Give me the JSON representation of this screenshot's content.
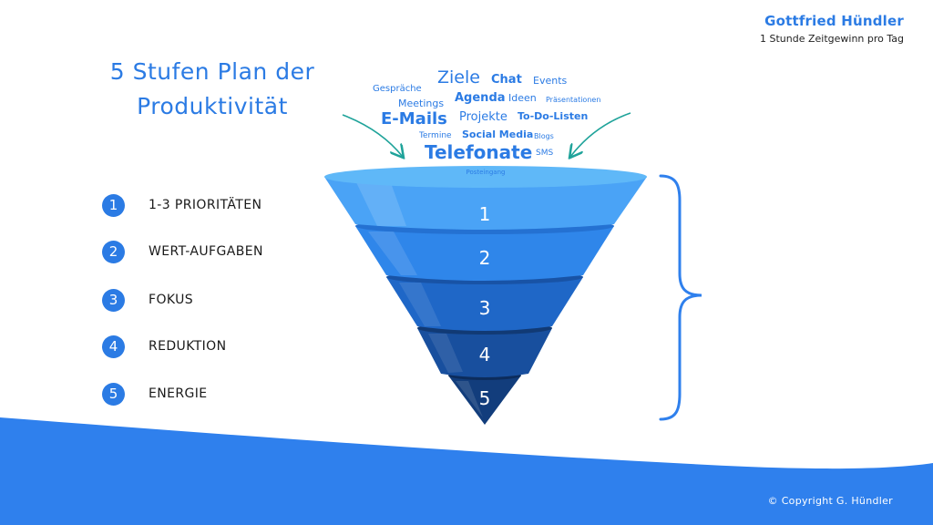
{
  "brand": {
    "name": "Gottfried Hündler",
    "tagline": "1 Stunde Zeitgewinn pro Tag"
  },
  "title": {
    "line1": "5 Stufen Plan der",
    "line2": "Produktivität"
  },
  "word_cloud": {
    "ziele": "Ziele",
    "chat": "Chat",
    "events": "Events",
    "gespraeche": "Gespräche",
    "meetings": "Meetings",
    "agenda": "Agenda",
    "ideen": "Ideen",
    "praesentationen": "Präsentationen",
    "emails": "E-Mails",
    "projekte": "Projekte",
    "todo": "To-Do-Listen",
    "termine": "Termine",
    "social": "Social Media",
    "blogs": "Blogs",
    "telefonate": "Telefonate",
    "sms": "SMS",
    "posteingang": "Posteingang"
  },
  "steps": [
    {
      "num": "1",
      "label": "1-3 PRIORITÄTEN"
    },
    {
      "num": "2",
      "label": "WERT-AUFGABEN"
    },
    {
      "num": "3",
      "label": "FOKUS"
    },
    {
      "num": "4",
      "label": "REDUKTION"
    },
    {
      "num": "5",
      "label": "ENERGIE"
    }
  ],
  "funnel": {
    "levels": [
      "1",
      "2",
      "3",
      "4",
      "5"
    ],
    "colors": [
      "#4aa3f6",
      "#2f86ea",
      "#1f67c7",
      "#184f9e",
      "#123d7c"
    ],
    "top_color": "#5fb8f8"
  },
  "colors": {
    "accent": "#2b7be4",
    "arrow": "#1fa39a"
  },
  "footer": {
    "copyright": "© Copyright G. Hündler"
  }
}
